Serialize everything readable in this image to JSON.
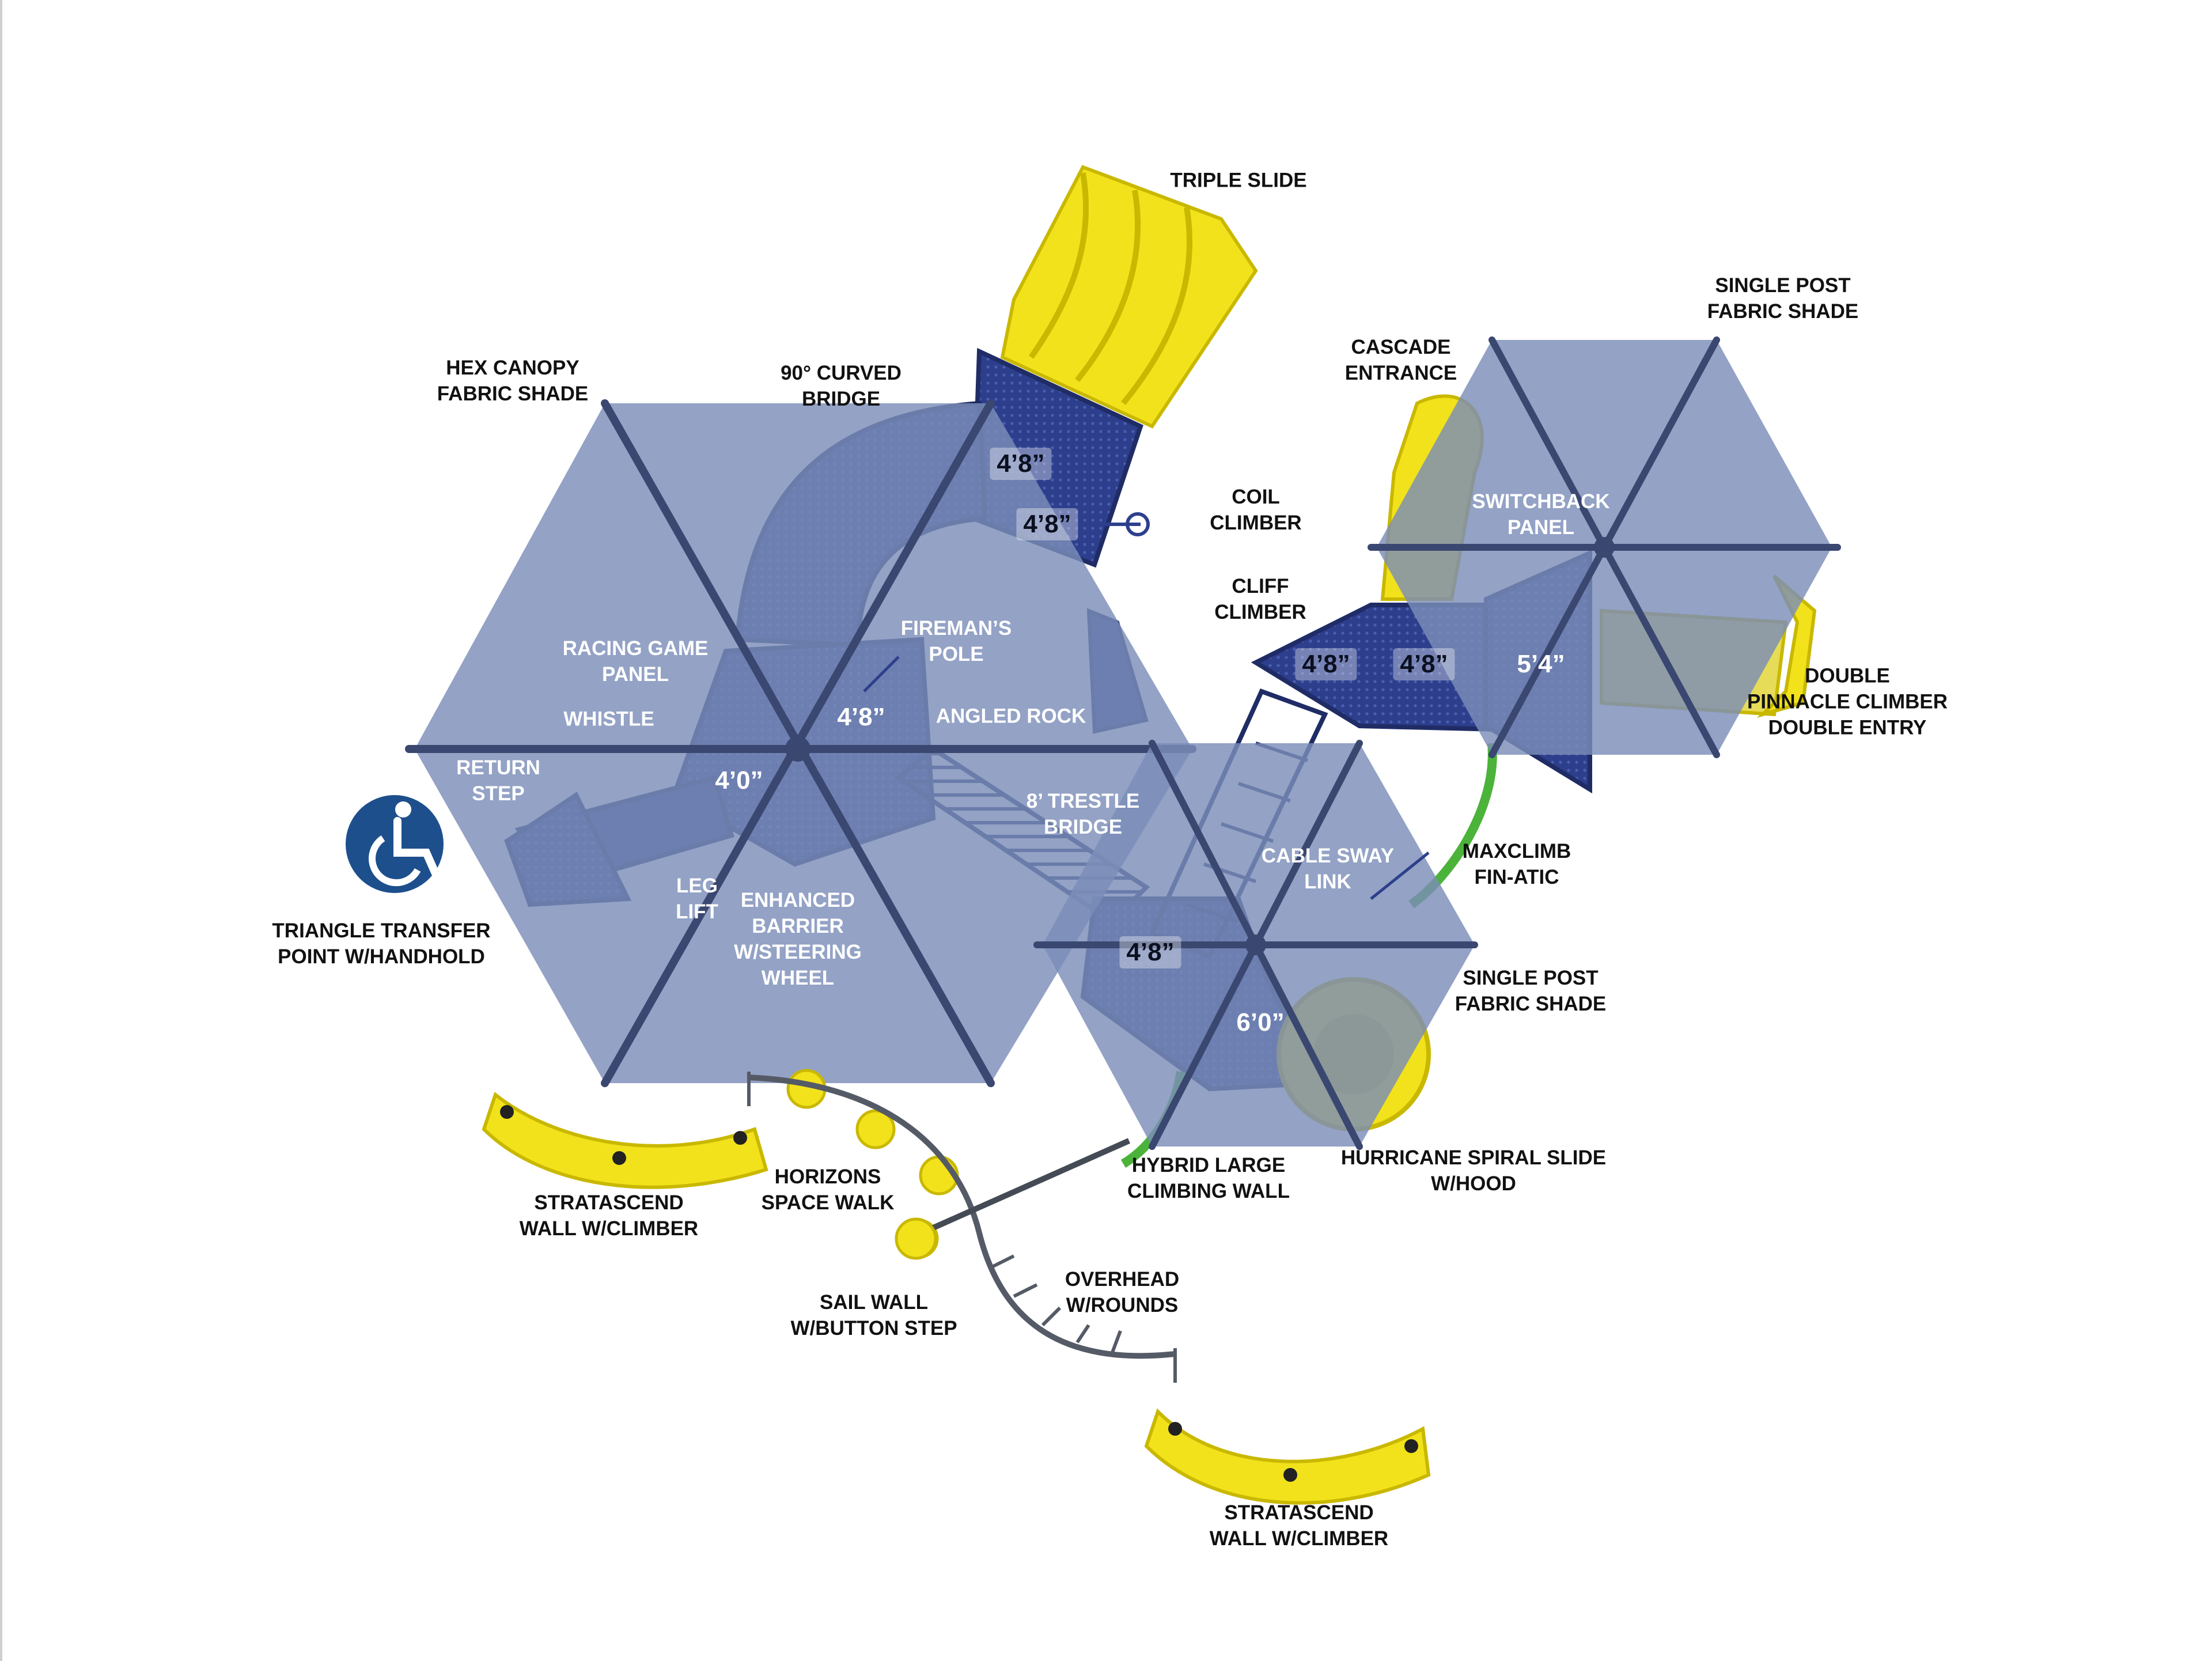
{
  "colors": {
    "canopy": "#7b8db8",
    "deck": "#2d3f8c",
    "deck_dark": "#1f2c66",
    "post": "#3a4770",
    "slide_yellow": "#f2e21b",
    "climber_green": "#4bb33a",
    "ada_blue": "#1d4f8c",
    "label_dark": "#111111",
    "label_light": "#ffffff"
  },
  "icons": {
    "accessibility": "wheelchair-accessibility-icon"
  },
  "labels": {
    "triple_slide": [
      "TRIPLE SLIDE"
    ],
    "single_post_fabric_shade_top": [
      "SINGLE POST",
      "FABRIC SHADE"
    ],
    "cascade_entrance": [
      "CASCADE",
      "ENTRANCE"
    ],
    "hex_canopy": [
      "HEX CANOPY",
      "FABRIC SHADE"
    ],
    "curved_bridge": [
      "90° CURVED",
      "BRIDGE"
    ],
    "switchback_panel": [
      "SWITCHBACK",
      "PANEL"
    ],
    "coil_climber": [
      "COIL",
      "CLIMBER"
    ],
    "cliff_climber": [
      "CLIFF",
      "CLIMBER"
    ],
    "firemans_pole": [
      "FIREMAN’S",
      "POLE"
    ],
    "racing_game_panel": [
      "RACING GAME",
      "PANEL"
    ],
    "whistle": [
      "WHISTLE"
    ],
    "angled_rock": [
      "ANGLED ROCK"
    ],
    "double_pinnacle": [
      "DOUBLE",
      "PINNACLE CLIMBER",
      "DOUBLE ENTRY"
    ],
    "return_step": [
      "RETURN",
      "STEP"
    ],
    "trestle_bridge": [
      "8’ TRESTLE",
      "BRIDGE"
    ],
    "maxclimb": [
      "MAXCLIMB",
      "FIN-ATIC"
    ],
    "cable_sway_link": [
      "CABLE SWAY",
      "LINK"
    ],
    "leg_lift": [
      "LEG",
      "LIFT"
    ],
    "enhanced_barrier": [
      "ENHANCED",
      "BARRIER",
      "W/STEERING",
      "WHEEL"
    ],
    "triangle_transfer": [
      "TRIANGLE TRANSFER",
      "POINT W/HANDHOLD"
    ],
    "single_post_fabric_shade_bottom": [
      "SINGLE POST",
      "FABRIC SHADE"
    ],
    "hybrid_climbing_wall": [
      "HYBRID LARGE",
      "CLIMBING WALL"
    ],
    "hurricane_slide": [
      "HURRICANE SPIRAL SLIDE",
      "W/HOOD"
    ],
    "stratascend_left": [
      "STRATASCEND",
      "WALL W/CLIMBER"
    ],
    "horizons_space_walk": [
      "HORIZONS",
      "SPACE WALK"
    ],
    "overhead_rounds": [
      "OVERHEAD",
      "W/ROUNDS"
    ],
    "sail_wall": [
      "SAIL WALL",
      "W/BUTTON STEP"
    ],
    "stratascend_right": [
      "STRATASCEND",
      "WALL W/CLIMBER"
    ]
  },
  "deck_heights": {
    "top_upper": "4’8”",
    "top_lower": "4’8”",
    "center": "4’8”",
    "left": "4’0”",
    "right_a": "4’8”",
    "right_b": "4’8”",
    "right_c": "5’4”",
    "lower_a": "4’8”",
    "lower_b": "6’0”"
  }
}
